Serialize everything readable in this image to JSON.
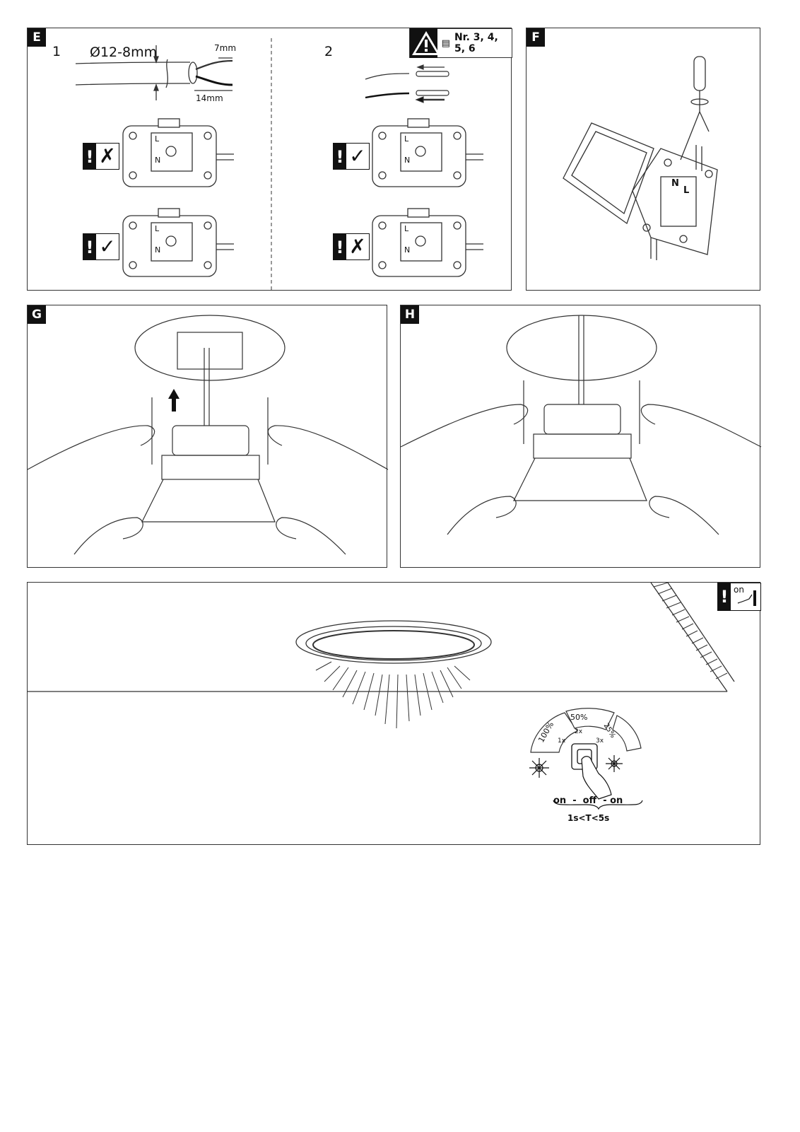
{
  "panels": {
    "E": {
      "label": "E",
      "step1": "1",
      "step2": "2",
      "diameter": "Ø12-8mm",
      "strip_short": "7mm",
      "strip_long": "14mm",
      "ref_text": "Nr. 3, 4, 5, 6",
      "terminal_L": "L",
      "terminal_N": "N",
      "mark_wrong": "✗",
      "mark_right": "✓",
      "exclaim": "!"
    },
    "F": {
      "label": "F",
      "terminal_L": "L",
      "terminal_N": "N"
    },
    "G": {
      "label": "G"
    },
    "H": {
      "label": "H"
    },
    "I": {
      "on_label": "on",
      "exclaim": "!",
      "levels": [
        "100%",
        "50%",
        "25%"
      ],
      "presses": [
        "1x",
        "2x",
        "3x"
      ],
      "sequence": "on  -  off  - on",
      "timing": "1s<T<5s"
    }
  },
  "colors": {
    "ink": "#111111",
    "line": "#333333",
    "paper": "#ffffff"
  },
  "icons": [
    "warning-triangle-icon",
    "document-icon",
    "screwdriver-icon",
    "up-arrow-icon",
    "light-burst-icon",
    "hand-icon",
    "wall-switch-icon"
  ]
}
